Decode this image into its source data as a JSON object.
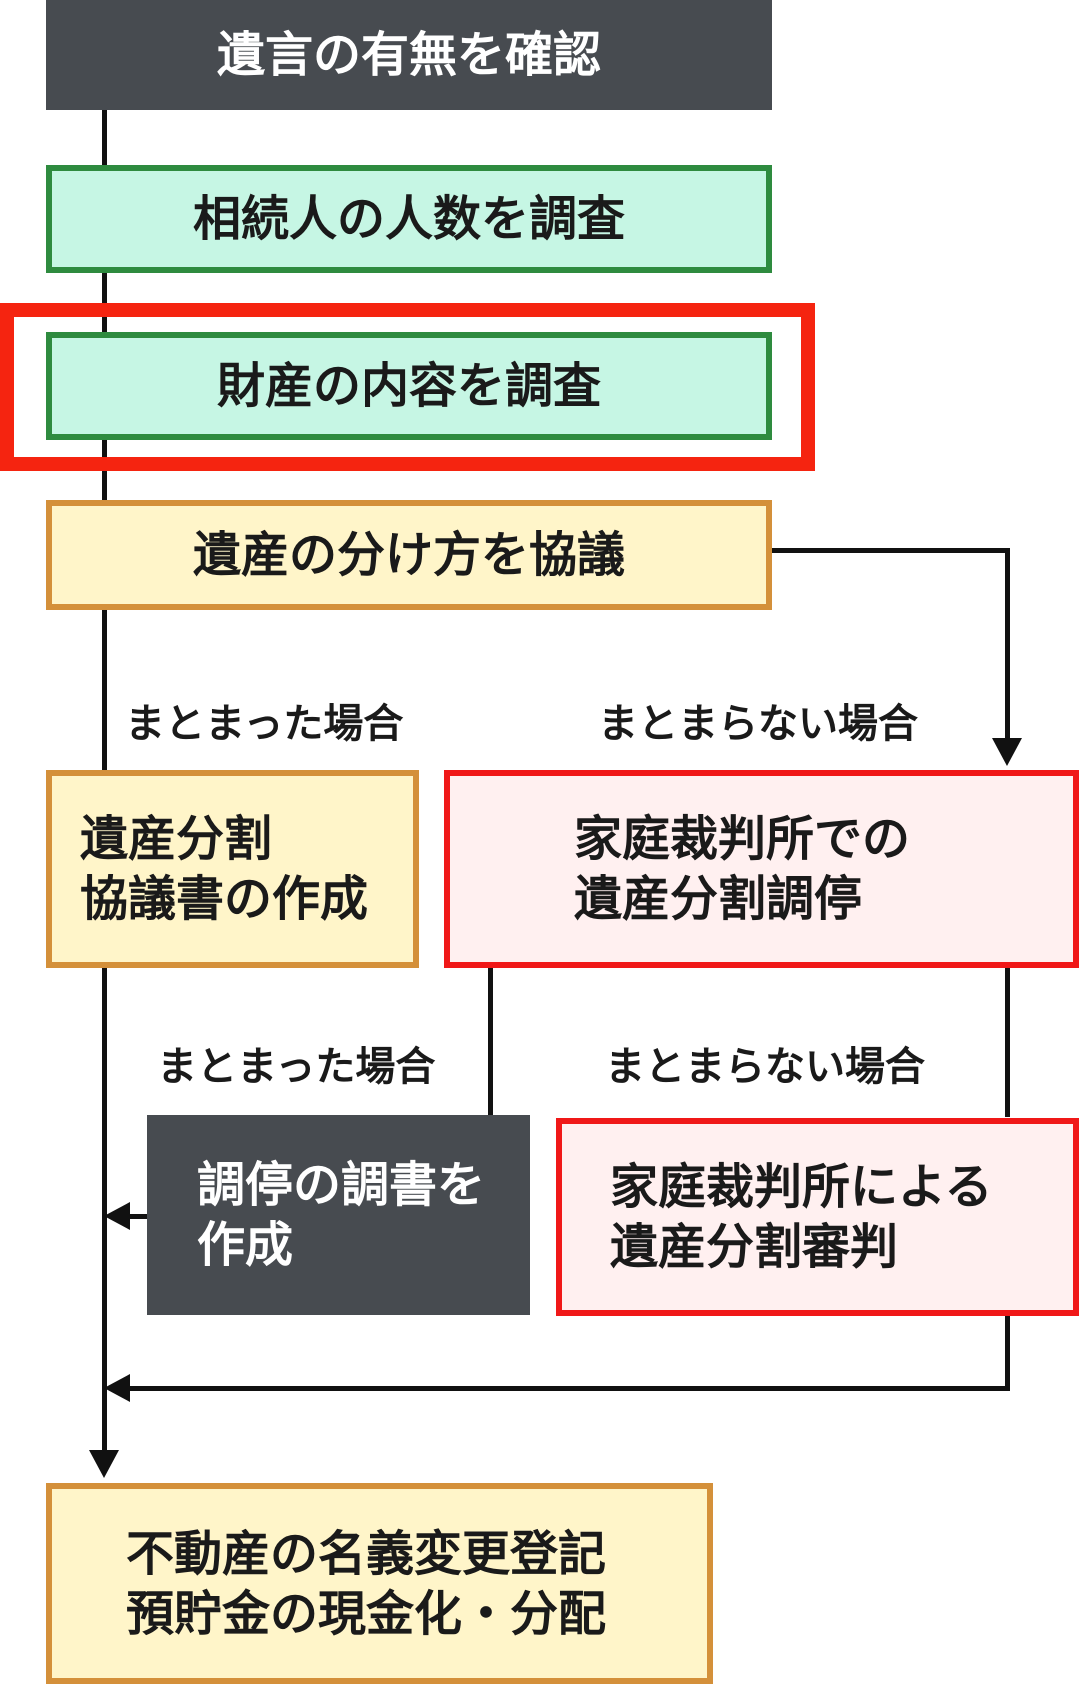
{
  "steps": {
    "check_will": "遺言の有無を確認",
    "heirs": "相続人の人数を調査",
    "assets": "財産の内容を調査",
    "discuss": "遺産の分け方を協議",
    "agreement": "遺産分割\n協議書の作成",
    "mediation": "家庭裁判所での\n遺産分割調停",
    "mediation_record": "調停の調書を\n作成",
    "adjudication": "家庭裁判所による\n遺産分割審判",
    "final": "不動産の名義変更登記\n預貯金の現金化・分配"
  },
  "labels": {
    "agreed_1": "まとまった場合",
    "not_agreed_1": "まとまらない場合",
    "agreed_2": "まとまった場合",
    "not_agreed_2": "まとまらない場合"
  },
  "colors": {
    "dark": "#474b50",
    "green_fill": "#c6f6e4",
    "green_border": "#2e8b3f",
    "yellow_fill": "#fff5c9",
    "yellow_border": "#d4903a",
    "pink_fill": "#fff0f0",
    "pink_border": "#f01818",
    "highlight": "#f52410"
  }
}
